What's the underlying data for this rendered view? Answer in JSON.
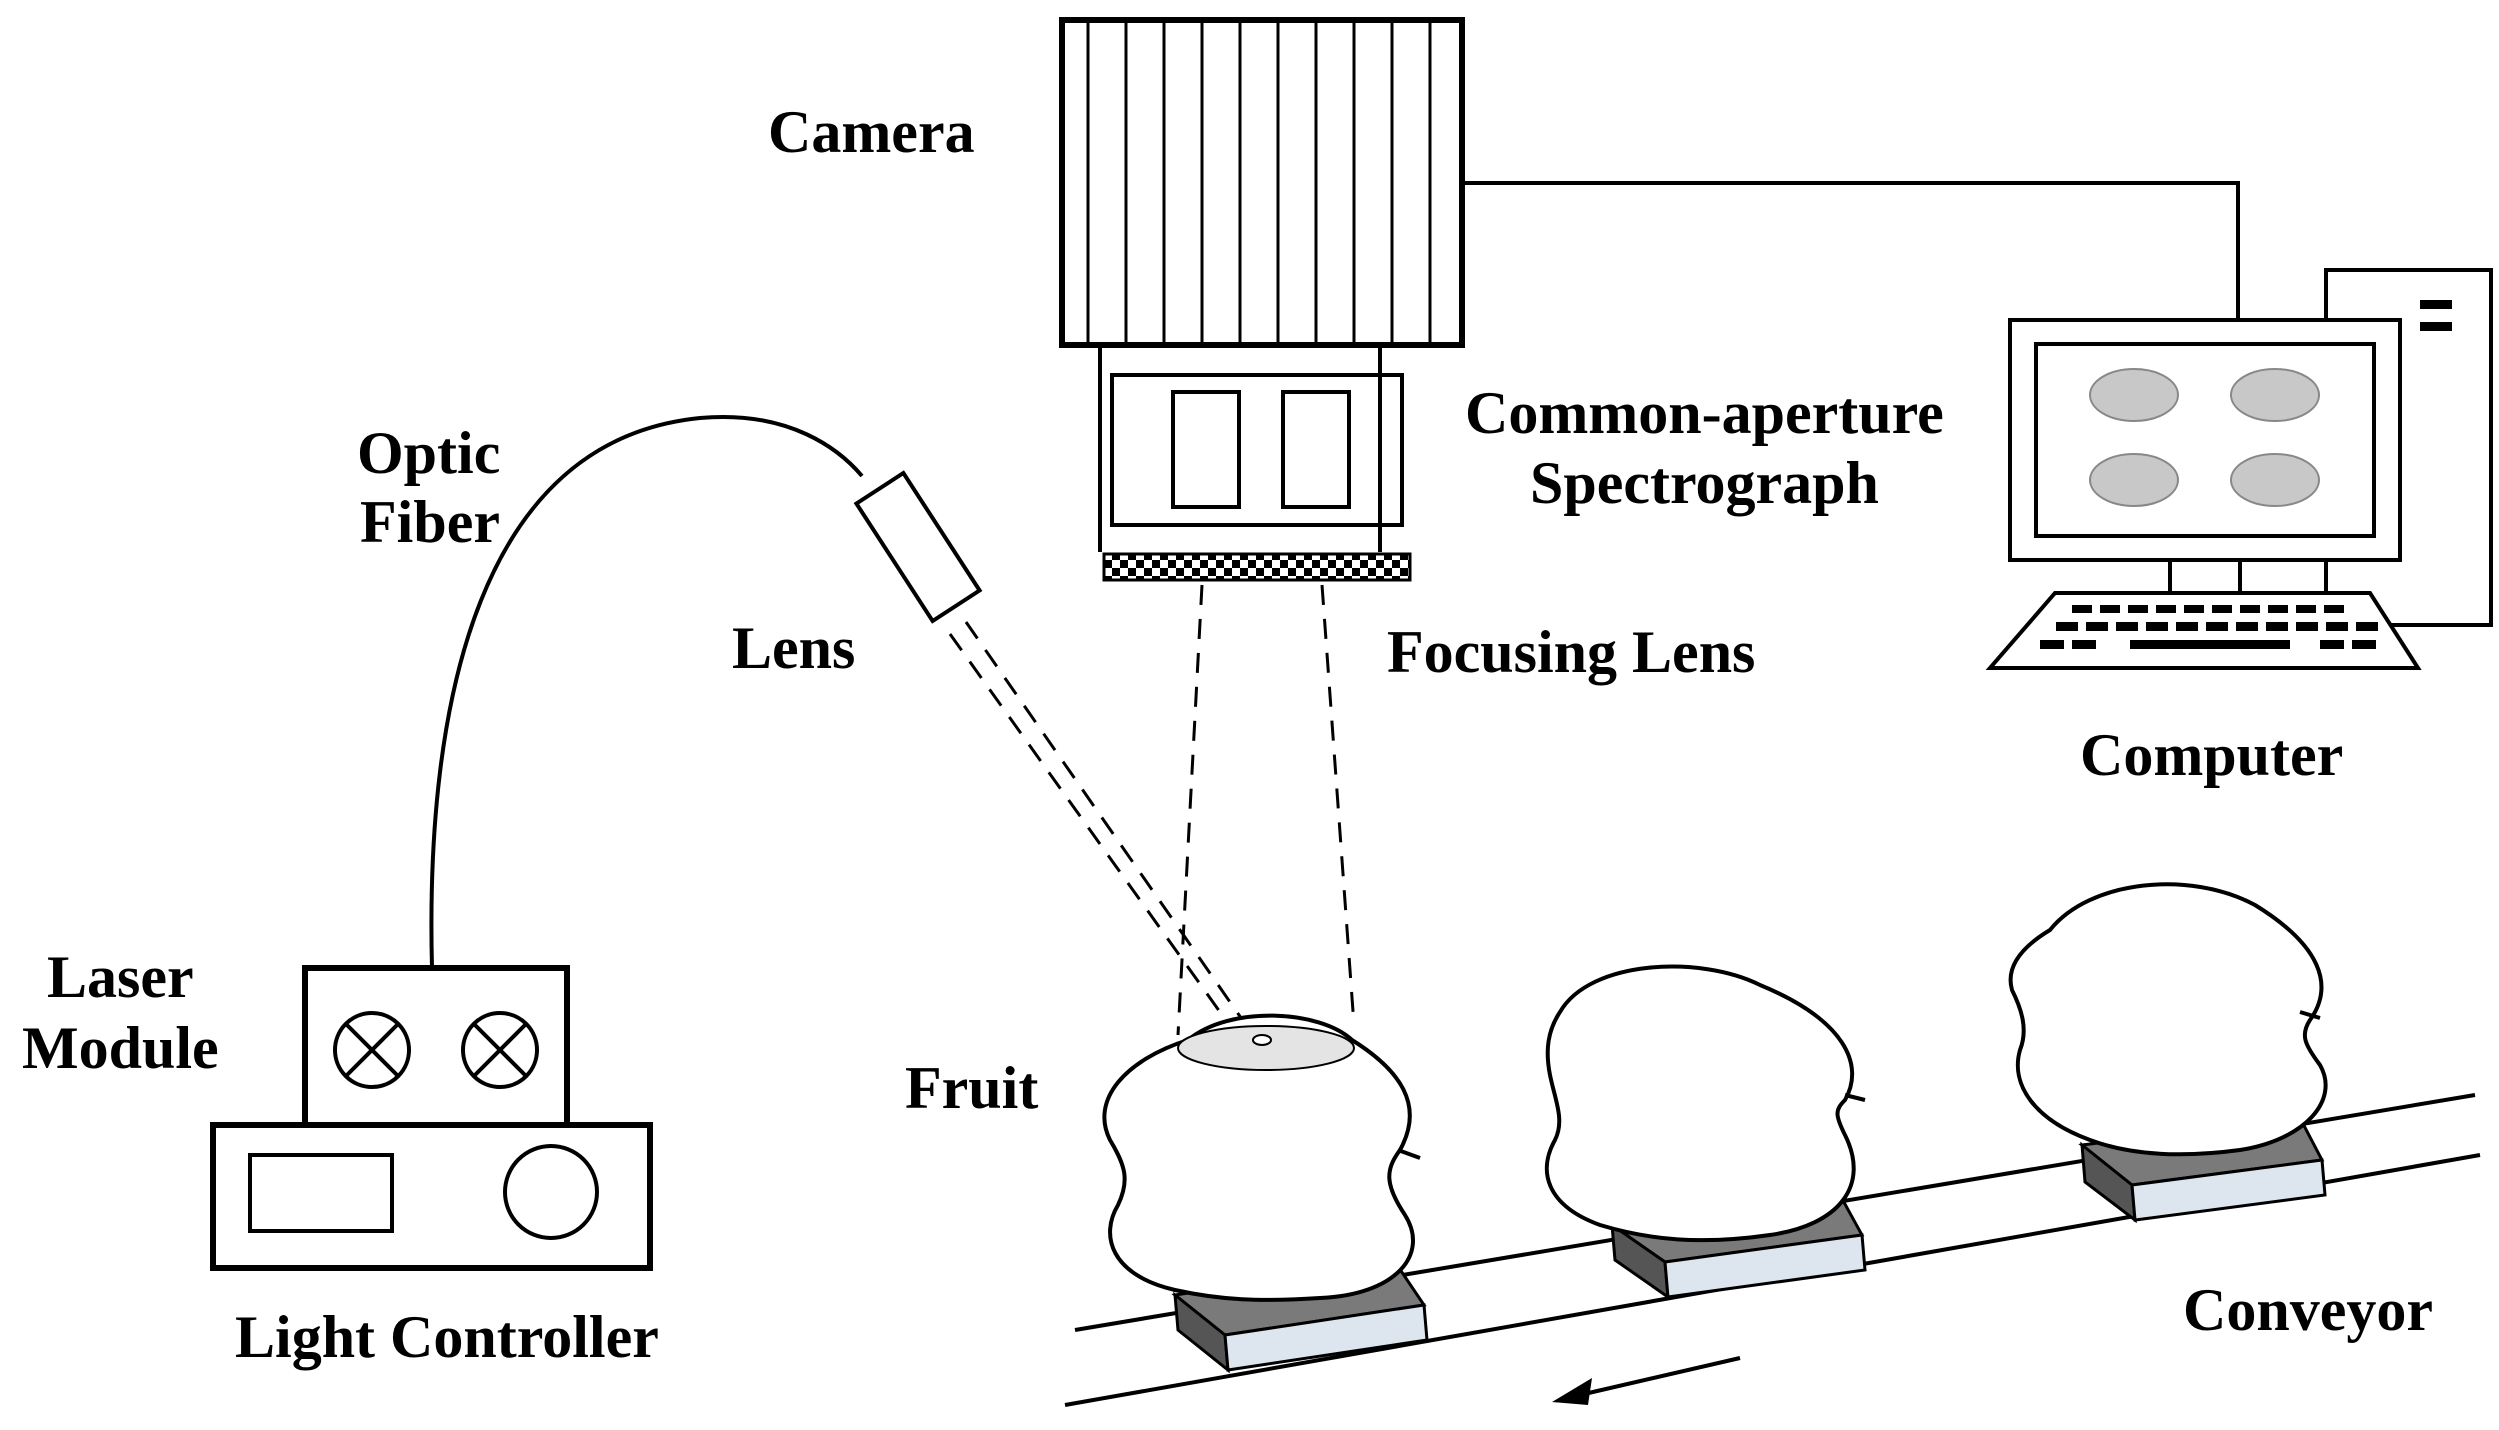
{
  "labels": {
    "camera": "Camera",
    "spectrograph_line1": "Common-aperture",
    "spectrograph_line2": "Spectrograph",
    "focusing_lens": "Focusing Lens",
    "computer": "Computer",
    "optic_line1": "Optic",
    "optic_line2": "Fiber",
    "lens": "Lens",
    "laser_line1": "Laser",
    "laser_line2": "Module",
    "fruit": "Fruit",
    "light_controller": "Light Controller",
    "conveyor": "Conveyor"
  },
  "colors": {
    "line": "#000000",
    "tray_top": "#7a7a7a",
    "tray_side": "#dde6ee",
    "screen_ellipse": "#c8c8c8",
    "illuminated_spot": "#e4e4e4"
  }
}
